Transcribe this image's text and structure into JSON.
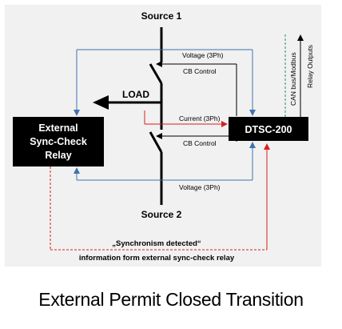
{
  "diagram": {
    "source_top": "Source 1",
    "source_bottom": "Source 2",
    "load": "LOAD",
    "relay_line1": "External",
    "relay_line2": "Sync-Check",
    "relay_line3": "Relay",
    "dtsc": "DTSC-200",
    "voltage_top": "Voltage (3Ph)",
    "cb_control_top": "CB Control",
    "current": "Current (3Ph)",
    "cb_control_bottom": "CB Control",
    "voltage_bottom": "Voltage (3Ph)",
    "can_bus": "CAN bus/Modbus",
    "relay_outputs": "Relay Outputs",
    "sync_line1": "„Synchronism detected“",
    "sync_line2": "information form external sync-check relay"
  },
  "caption": "External Permit Closed Transition",
  "colors": {
    "panel": "#f1f1f1",
    "blue_wire": "#3f72b0",
    "red_wire": "#d62020",
    "green_bus": "#2e8b57",
    "block": "#000000"
  }
}
